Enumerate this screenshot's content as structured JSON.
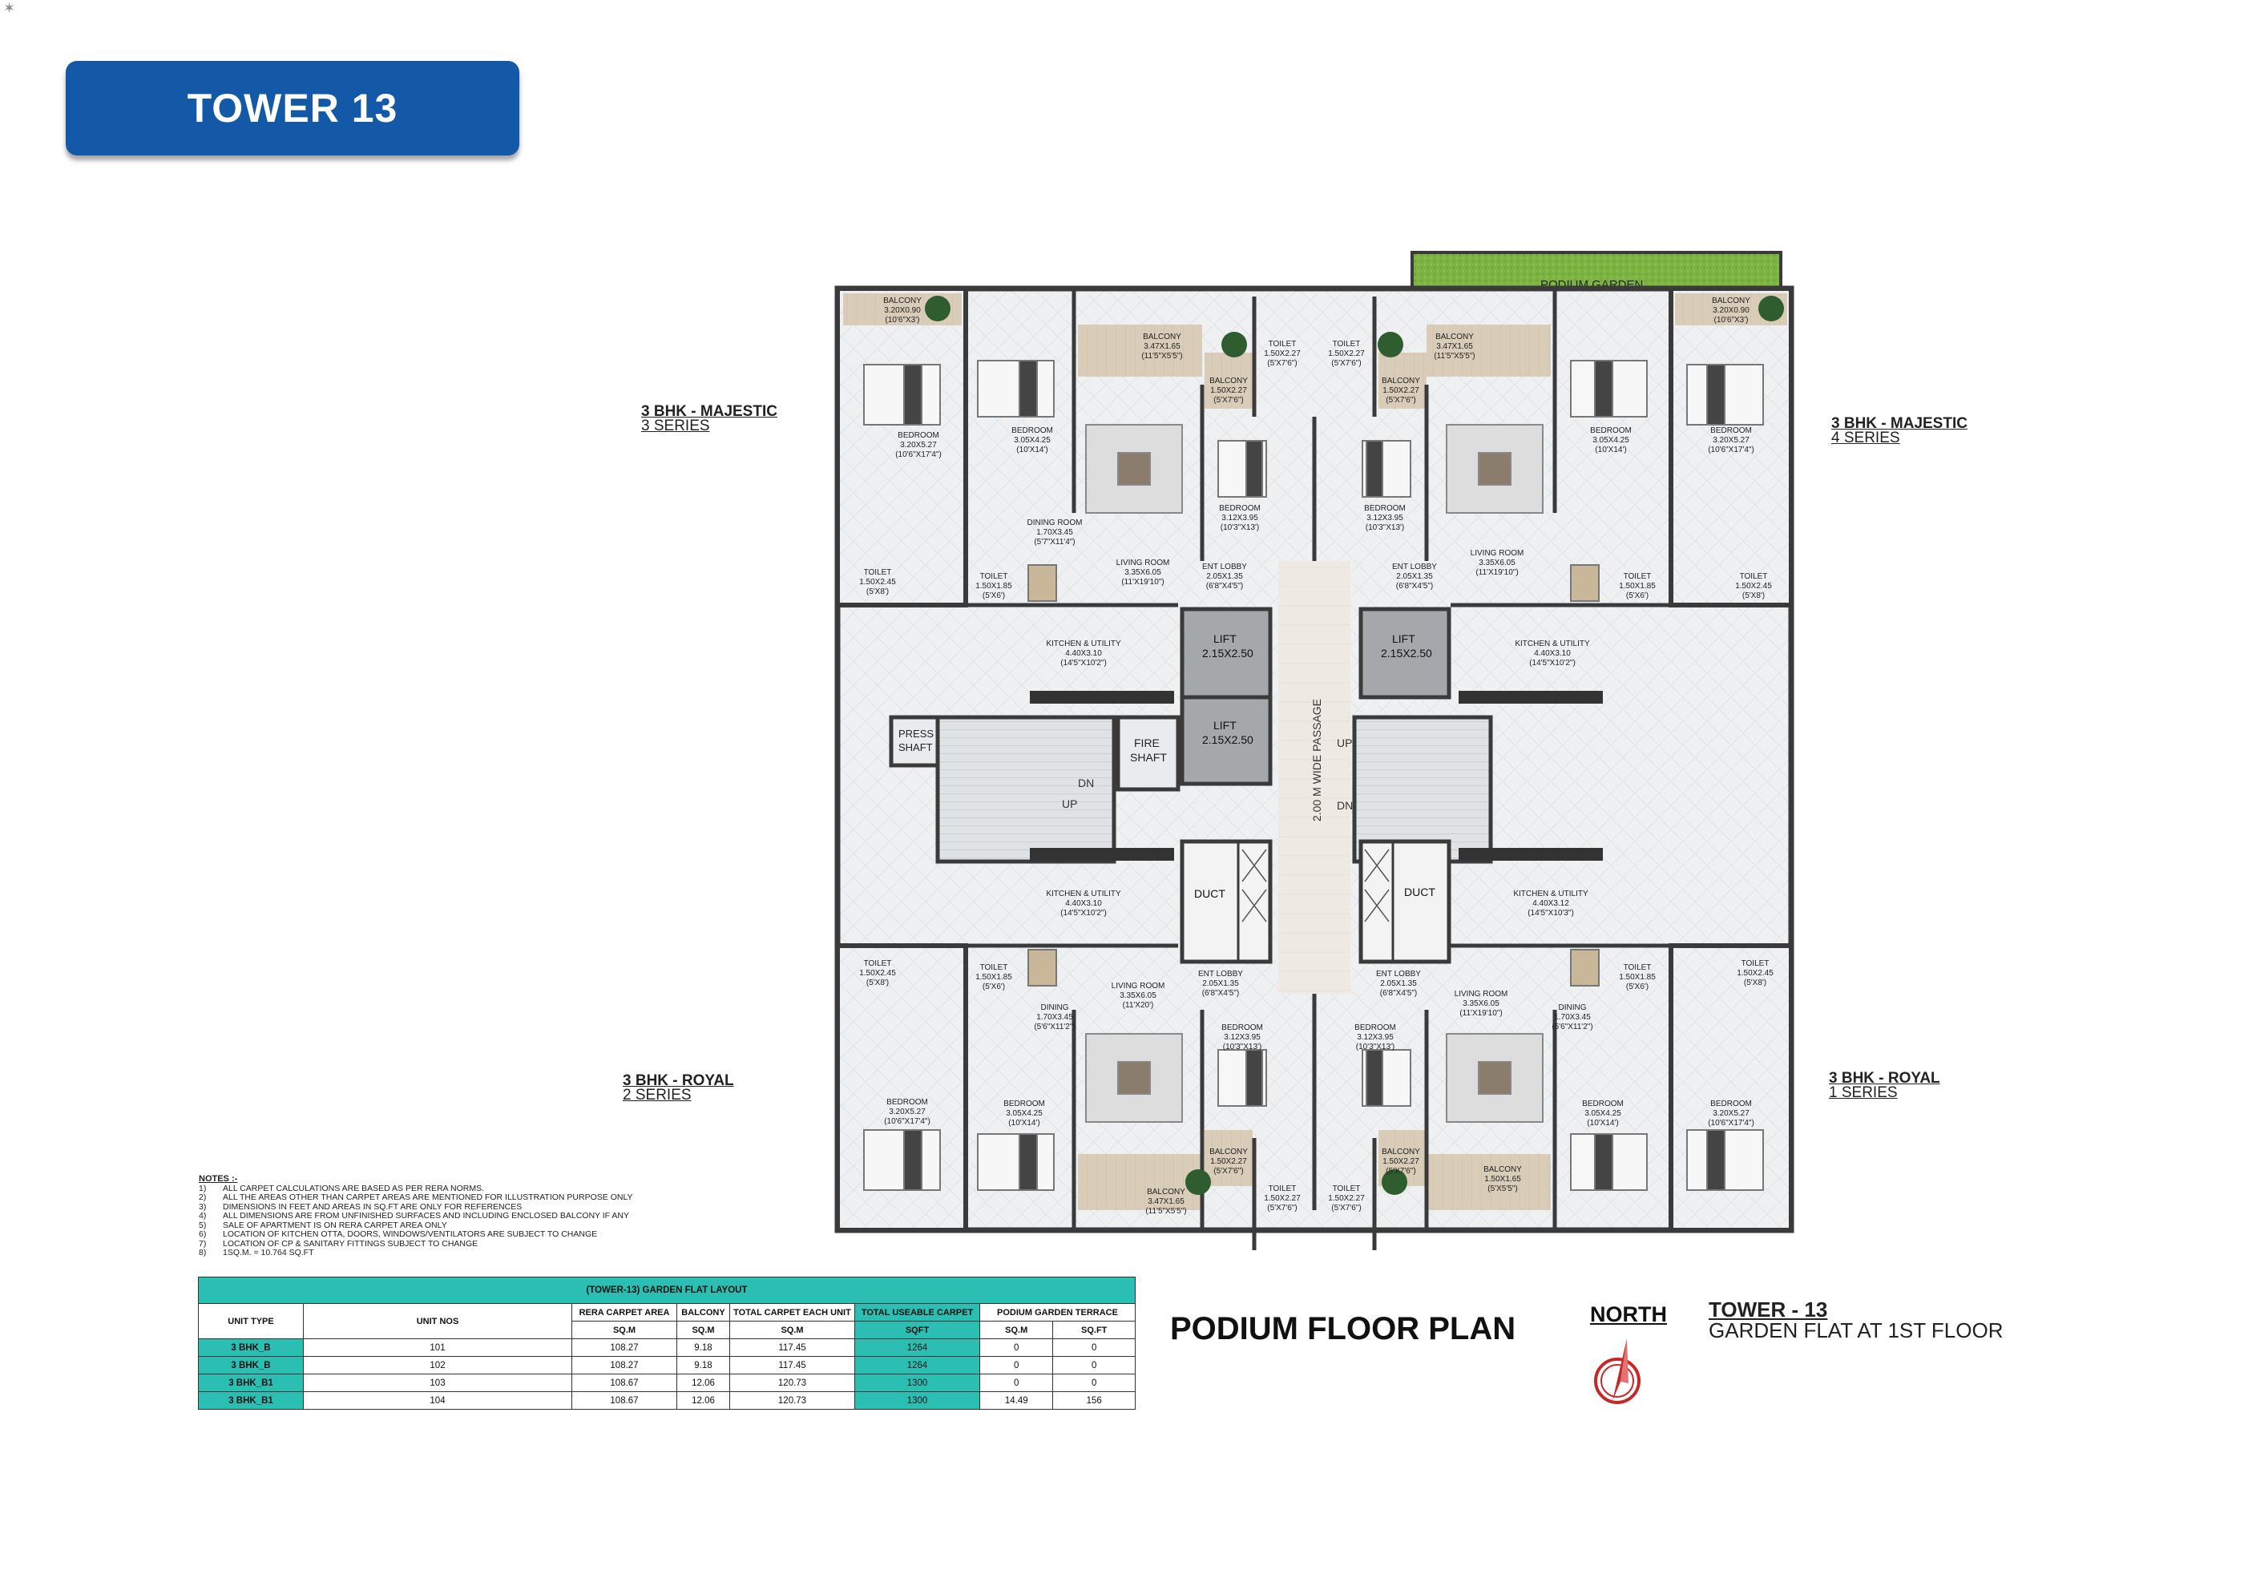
{
  "corner_mark": "✶",
  "banner": {
    "title": "TOWER 13"
  },
  "units": {
    "top_left": {
      "line1": "3 BHK - MAJESTIC",
      "line2": "3 SERIES"
    },
    "top_right": {
      "line1": "3 BHK - MAJESTIC",
      "line2": "4 SERIES"
    },
    "bottom_left": {
      "line1": "3 BHK - ROYAL",
      "line2": "2 SERIES"
    },
    "bottom_right": {
      "line1": "3 BHK - ROYAL",
      "line2": "1 SERIES"
    }
  },
  "plan": {
    "podium_garden": "PODIUM GARDEN",
    "lift": "LIFT",
    "lift_size": "2.15X2.50",
    "fire_shaft": [
      "FIRE",
      "SHAFT"
    ],
    "press_shaft": [
      "PRESS",
      "SHAFT"
    ],
    "duct": "DUCT",
    "passage": "2.00 M WIDE PASSAGE",
    "up": "UP",
    "dn": "DN",
    "rooms": {
      "balcony_a": [
        "BALCONY",
        "3.20X0.90",
        "(10'6\"X3')"
      ],
      "balcony_b": [
        "BALCONY",
        "3.47X1.65",
        "(11'5\"X5'5\")"
      ],
      "balcony_c": [
        "BALCONY",
        "1.50X2.27",
        "(5'X7'6\")"
      ],
      "balcony_d": [
        "BALCONY",
        "1.50X1.65",
        "(5'X5'5\")"
      ],
      "toilet_a": [
        "TOILET",
        "1.50X2.27",
        "(5'X7'6\")"
      ],
      "toilet_b": [
        "TOILET",
        "1.50X2.45",
        "(5'X8')"
      ],
      "toilet_c": [
        "TOILET",
        "1.50X1.85",
        "(5'X6')"
      ],
      "bedroom_a": [
        "BEDROOM",
        "3.20X5.27",
        "(10'6\"X17'4\")"
      ],
      "bedroom_b": [
        "BEDROOM",
        "3.05X4.25",
        "(10'X14')"
      ],
      "bedroom_c": [
        "BEDROOM",
        "3.12X3.95",
        "(10'3\"X13')"
      ],
      "dining_a": [
        "DINING ROOM",
        "1.70X3.45",
        "(5'7\"X11'4\")"
      ],
      "dining_b": [
        "DINING",
        "1.70X3.45",
        "(5'6\"X11'2\")"
      ],
      "living_a": [
        "LIVING ROOM",
        "3.35X6.05",
        "(11'X19'10\")"
      ],
      "living_b": [
        "LIVING ROOM",
        "3.35X6.05",
        "(11'X20')"
      ],
      "ent_lobby": [
        "ENT LOBBY",
        "2.05X1.35",
        "(6'8\"X4'5\")"
      ],
      "kitchen_a": [
        "KITCHEN & UTILITY",
        "4.40X3.10",
        "(14'5\"X10'2\")"
      ],
      "kitchen_b": [
        "KITCHEN & UTILITY",
        "4.40X3.12",
        "(14'5\"X10'3\")"
      ]
    }
  },
  "notes": {
    "title": "NOTES :-",
    "items": [
      {
        "n": "1)",
        "text": "ALL CARPET CALCULATIONS ARE BASED AS PER RERA NORMS."
      },
      {
        "n": "2)",
        "text": "ALL THE AREAS OTHER THAN CARPET AREAS ARE MENTIONED FOR ILLUSTRATION PURPOSE ONLY"
      },
      {
        "n": "3)",
        "text": "DIMENSIONS IN FEET AND AREAS IN SQ.FT ARE ONLY FOR REFERENCES"
      },
      {
        "n": "4)",
        "text": "ALL DIMENSIONS ARE FROM UNFINISHED SURFACES AND INCLUDING ENCLOSED BALCONY IF ANY"
      },
      {
        "n": "5)",
        "text": "SALE OF APARTMENT IS ON RERA CARPET AREA ONLY"
      },
      {
        "n": "6)",
        "text": "LOCATION OF KITCHEN OTTA, DOORS, WINDOWS/VENTILATORS ARE SUBJECT TO CHANGE"
      },
      {
        "n": "7)",
        "text": "LOCATION OF CP & SANITARY FITTINGS SUBJECT TO CHANGE"
      },
      {
        "n": "8)",
        "text": "1SQ.M. = 10.764 SQ.FT"
      }
    ]
  },
  "table": {
    "caption": "(TOWER-13) GARDEN FLAT LAYOUT",
    "headers": {
      "unit_type": "UNIT TYPE",
      "unit_nos": "UNIT NOS",
      "rera": "RERA CARPET AREA",
      "balcony": "BALCONY",
      "total_carpet": "TOTAL CARPET EACH UNIT",
      "total_useable": "TOTAL USEABLE CARPET",
      "podium": "PODIUM GARDEN TERRACE"
    },
    "units_row": {
      "rera": "SQ.M",
      "balcony": "SQ.M",
      "total_carpet": "SQ.M",
      "total_useable": "SQFT",
      "podium_sqm": "SQ.M",
      "podium_sqft": "SQ.FT"
    },
    "rows": [
      [
        "3 BHK_B",
        "101",
        "108.27",
        "9.18",
        "117.45",
        "1264",
        "0",
        "0"
      ],
      [
        "3 BHK_B",
        "102",
        "108.27",
        "9.18",
        "117.45",
        "1264",
        "0",
        "0"
      ],
      [
        "3 BHK_B1",
        "103",
        "108.67",
        "12.06",
        "120.73",
        "1300",
        "0",
        "0"
      ],
      [
        "3 BHK_B1",
        "104",
        "108.67",
        "12.06",
        "120.73",
        "1300",
        "14.49",
        "156"
      ]
    ]
  },
  "podium_title": "PODIUM FLOOR PLAN",
  "north": {
    "label": "NORTH"
  },
  "garden_title": {
    "line1": "TOWER - 13",
    "line2": "GARDEN FLAT AT 1ST FLOOR"
  },
  "colors": {
    "banner": "#1458a8",
    "teal": "#2bbfb3",
    "garden": "#7cb342",
    "wall": "#3a3a3a"
  }
}
